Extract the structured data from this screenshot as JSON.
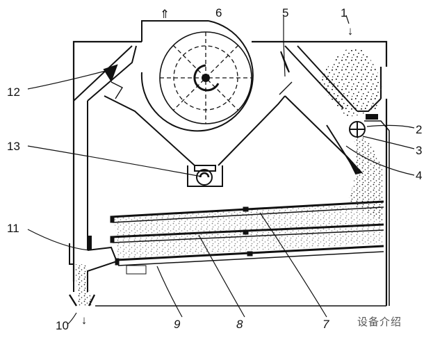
{
  "callouts": [
    {
      "id": "1",
      "text": "1"
    },
    {
      "id": "2",
      "text": "2"
    },
    {
      "id": "3",
      "text": "3"
    },
    {
      "id": "4",
      "text": "4"
    },
    {
      "id": "5",
      "text": "5"
    },
    {
      "id": "6",
      "text": "6"
    },
    {
      "id": "7",
      "text": "7"
    },
    {
      "id": "8",
      "text": "8"
    },
    {
      "id": "9",
      "text": "9"
    },
    {
      "id": "10",
      "text": "10"
    },
    {
      "id": "11",
      "text": "11"
    },
    {
      "id": "12",
      "text": "12"
    },
    {
      "id": "13",
      "text": "13"
    }
  ],
  "arrows": {
    "outlet_up": "⇑",
    "feed_down": "↓",
    "discharge_down": "↓"
  },
  "watermark": "设备介绍"
}
